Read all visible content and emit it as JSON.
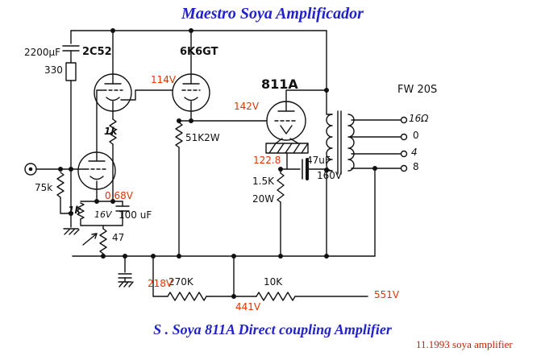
{
  "title": "Maestro Soya Amplificador",
  "caption": "S . Soya  811A Direct coupling Amplifier",
  "note": "11.1993 soya amplifier",
  "tubes": {
    "input_dual": "2C52",
    "driver": "6K6GT",
    "power": "811A"
  },
  "transformer": {
    "model": "FW 20S",
    "tap_16": "16Ω",
    "tap_0": "0",
    "tap_4": "4",
    "tap_8": "8"
  },
  "parts": {
    "c2200": "2200µF",
    "r330": "330",
    "r1k_plate": "1k",
    "r51k": "51K2W",
    "r75k": "75k",
    "r1k_cath": "1k",
    "c100_volt": "16V",
    "c100": "100 uF",
    "r47": "47",
    "c47": "47uF",
    "c47_volt": "160V",
    "r1k5": "1.5K",
    "r1k5_watt": "20W",
    "r270k": "270K",
    "r10k": "10K"
  },
  "voltages": {
    "v114": "114V",
    "v142": "142V",
    "v0_68": "0.68V",
    "v122_8": "122.8",
    "v218": "218V",
    "v441": "441V",
    "v551": "551V"
  },
  "colors": {
    "title_blue": "#2222cc",
    "voltage_red": "#e03400",
    "note_red": "#cc2200",
    "ink": "#000000"
  }
}
